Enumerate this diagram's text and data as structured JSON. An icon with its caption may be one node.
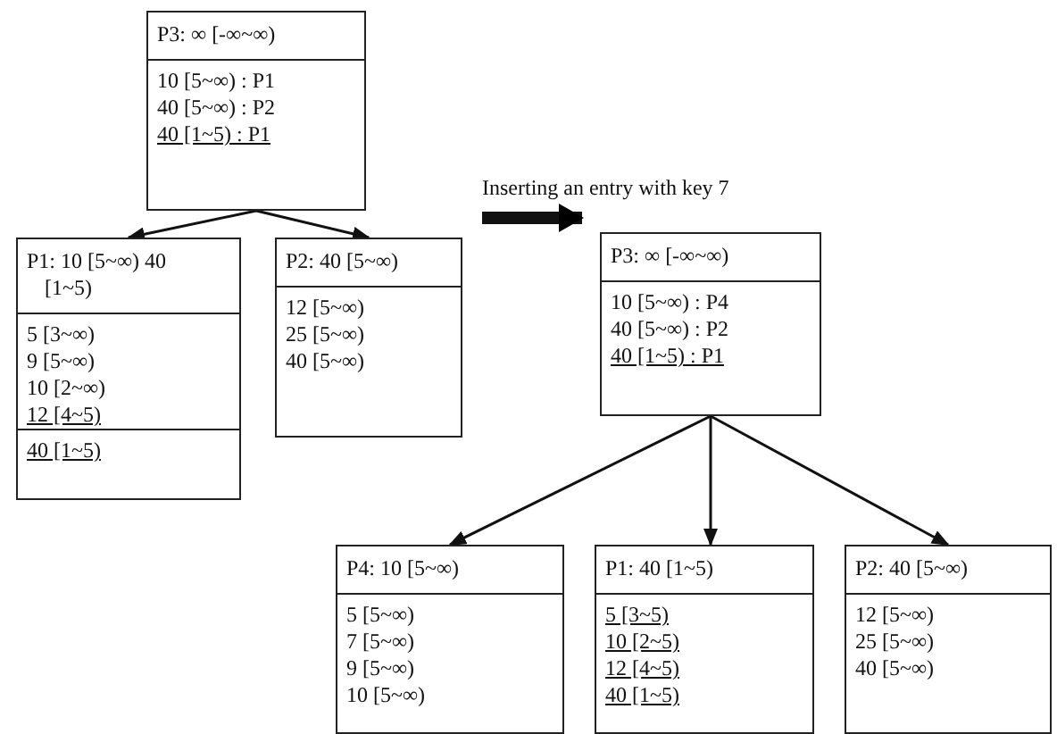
{
  "diagram": {
    "nodes": [
      {
        "text": [
          "P3:  ∞ [-∞~∞)",
          "10 [5~∞) : P1",
          "40 [5~∞) : P2",
          "40 [1~5) : P1"
        ]
      },
      {
        "text": [
          "P1: 10 [5~∞) 40 [1~5)",
          "5 [3~∞)",
          "9 [5~∞)",
          "10 [2~∞)",
          "12 [4~5)",
          "40 [1~5)"
        ]
      },
      {
        "text": [
          "P2:  40 [5~∞)",
          "12 [5~∞)",
          "25 [5~∞)",
          "40 [5~∞)"
        ]
      },
      {
        "text": [
          "P3:  ∞ [-∞~∞)",
          "10 [5~∞) : P4",
          "40 [5~∞) : P2",
          "40 [1~5) : P1"
        ]
      },
      {
        "text": [
          "P4: 10 [5~∞)",
          "5 [5~∞)",
          "7 [5~∞)",
          "9 [5~∞)",
          "10 [5~∞)"
        ]
      },
      {
        "text": [
          "P1: 40 [1~5)",
          "5 [3~5)",
          "10 [2~5)",
          "12 [4~5)",
          "40 [1~5)"
        ]
      },
      {
        "text": [
          "P2:  40 [5~∞)",
          "12 [5~∞)",
          "25 [5~∞)",
          "40 [5~∞)"
        ]
      }
    ],
    "edges": [
      {
        "from": 0,
        "to": 1,
        "arrow": "to"
      },
      {
        "from": 0,
        "to": 2,
        "arrow": "to"
      },
      {
        "from": null,
        "to": 3,
        "arrow": "to",
        "style": "thick",
        "label": "Inserting an entry with key 7"
      },
      {
        "from": 3,
        "to": 4,
        "arrow": "to"
      },
      {
        "from": 3,
        "to": 5,
        "arrow": "to"
      },
      {
        "from": 3,
        "to": 6,
        "arrow": "to"
      }
    ]
  }
}
